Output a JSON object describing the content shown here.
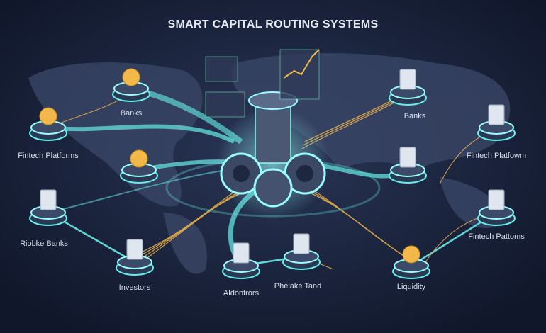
{
  "title": "SMART CAPITAL ROUTING SYSTEMS",
  "nodes": {
    "banks_left": "Banks",
    "fintech_platforms_left": "Fintech Platforms",
    "riobke_banks": "Riobke Banks",
    "investors": "Investors",
    "aldontrors": "Aldontrors",
    "phelake_tand": "Phelake Tand",
    "liquidity": "Liquidity",
    "fintech_pattoms": "Fintech Pattoms",
    "fintech_platfowm": "Fintech Platfowm",
    "banks_right": "Banks"
  },
  "colors": {
    "background": "#141c33",
    "teal": "#5fd6d6",
    "gold": "#f2b84a",
    "map": "#3a4666"
  }
}
